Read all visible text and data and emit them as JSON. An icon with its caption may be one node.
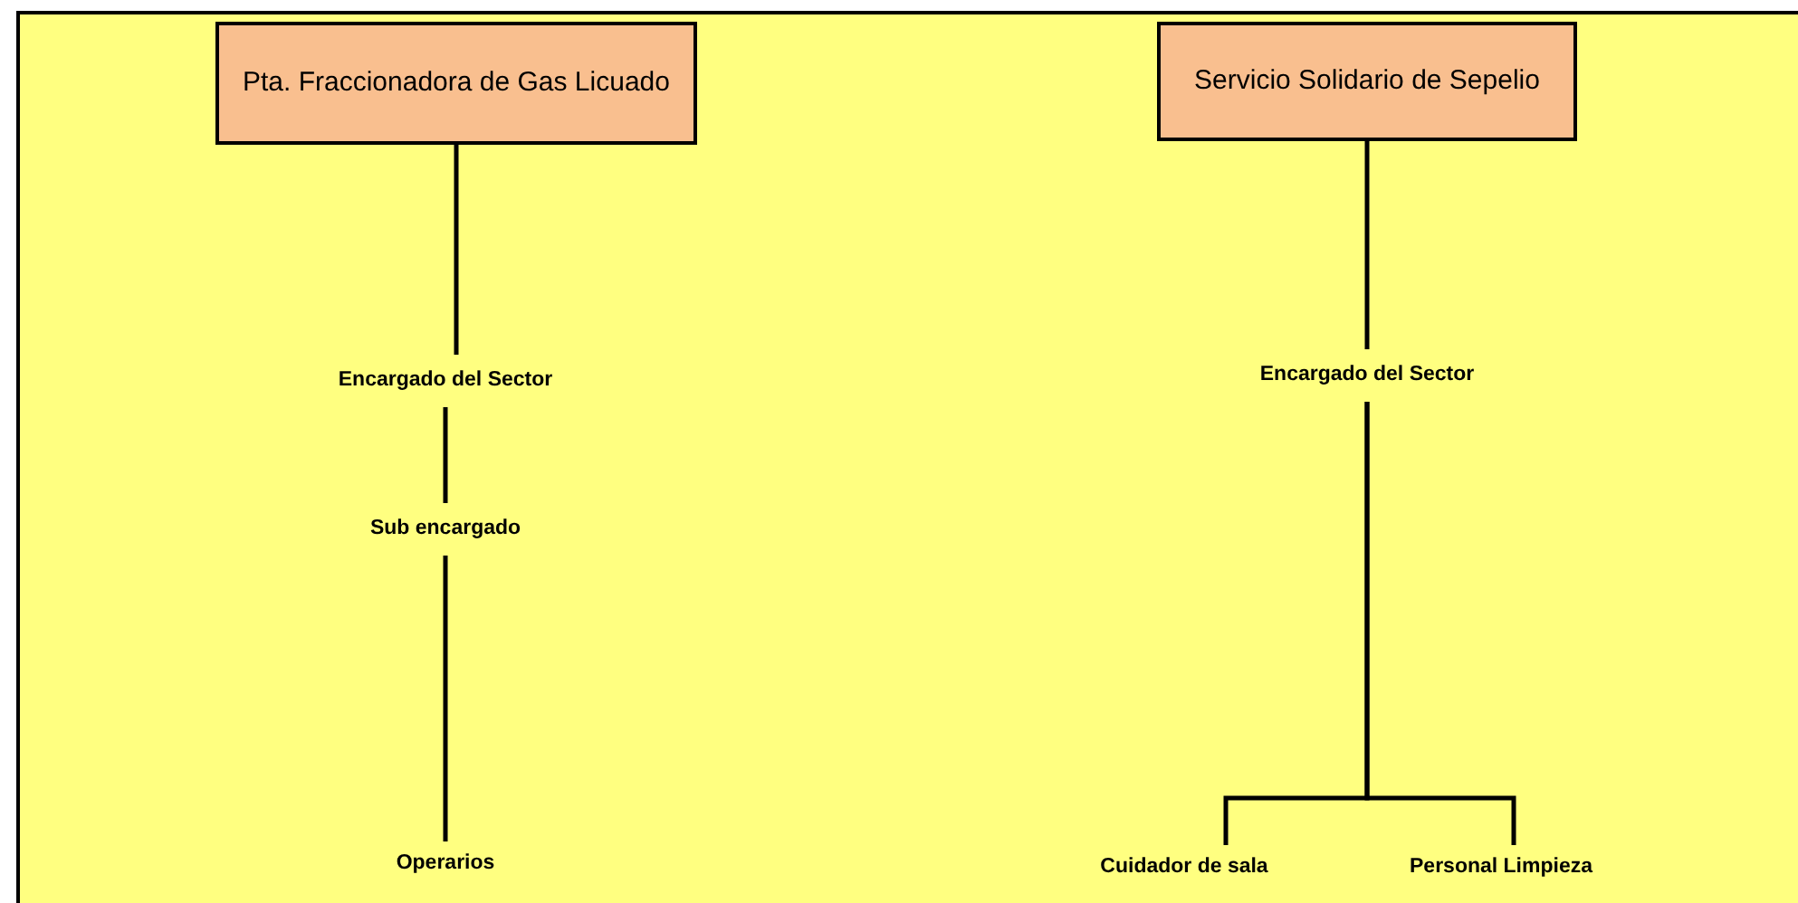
{
  "diagram": {
    "nodes": [
      {
        "text": [
          "Pta. Fraccionadora de Gas Licuado"
        ]
      },
      {
        "text": [
          "Encargado del Sector"
        ]
      },
      {
        "text": [
          "Sub encargado"
        ]
      },
      {
        "text": [
          "Operarios"
        ]
      },
      {
        "text": [
          "Servicio Solidario de Sepelio"
        ]
      },
      {
        "text": [
          "Encargado del Sector"
        ]
      },
      {
        "text": [
          "Cuidador de sala"
        ]
      },
      {
        "text": [
          "Personal Limpieza"
        ]
      }
    ],
    "edges": [
      {
        "from": 0,
        "to": 1,
        "arrow": "none"
      },
      {
        "from": 1,
        "to": 2,
        "arrow": "none"
      },
      {
        "from": 2,
        "to": 3,
        "arrow": "none"
      },
      {
        "from": 4,
        "to": 5,
        "arrow": "none"
      },
      {
        "from": 5,
        "to": 6,
        "arrow": "none"
      },
      {
        "from": 5,
        "to": 7,
        "arrow": "none"
      }
    ]
  }
}
